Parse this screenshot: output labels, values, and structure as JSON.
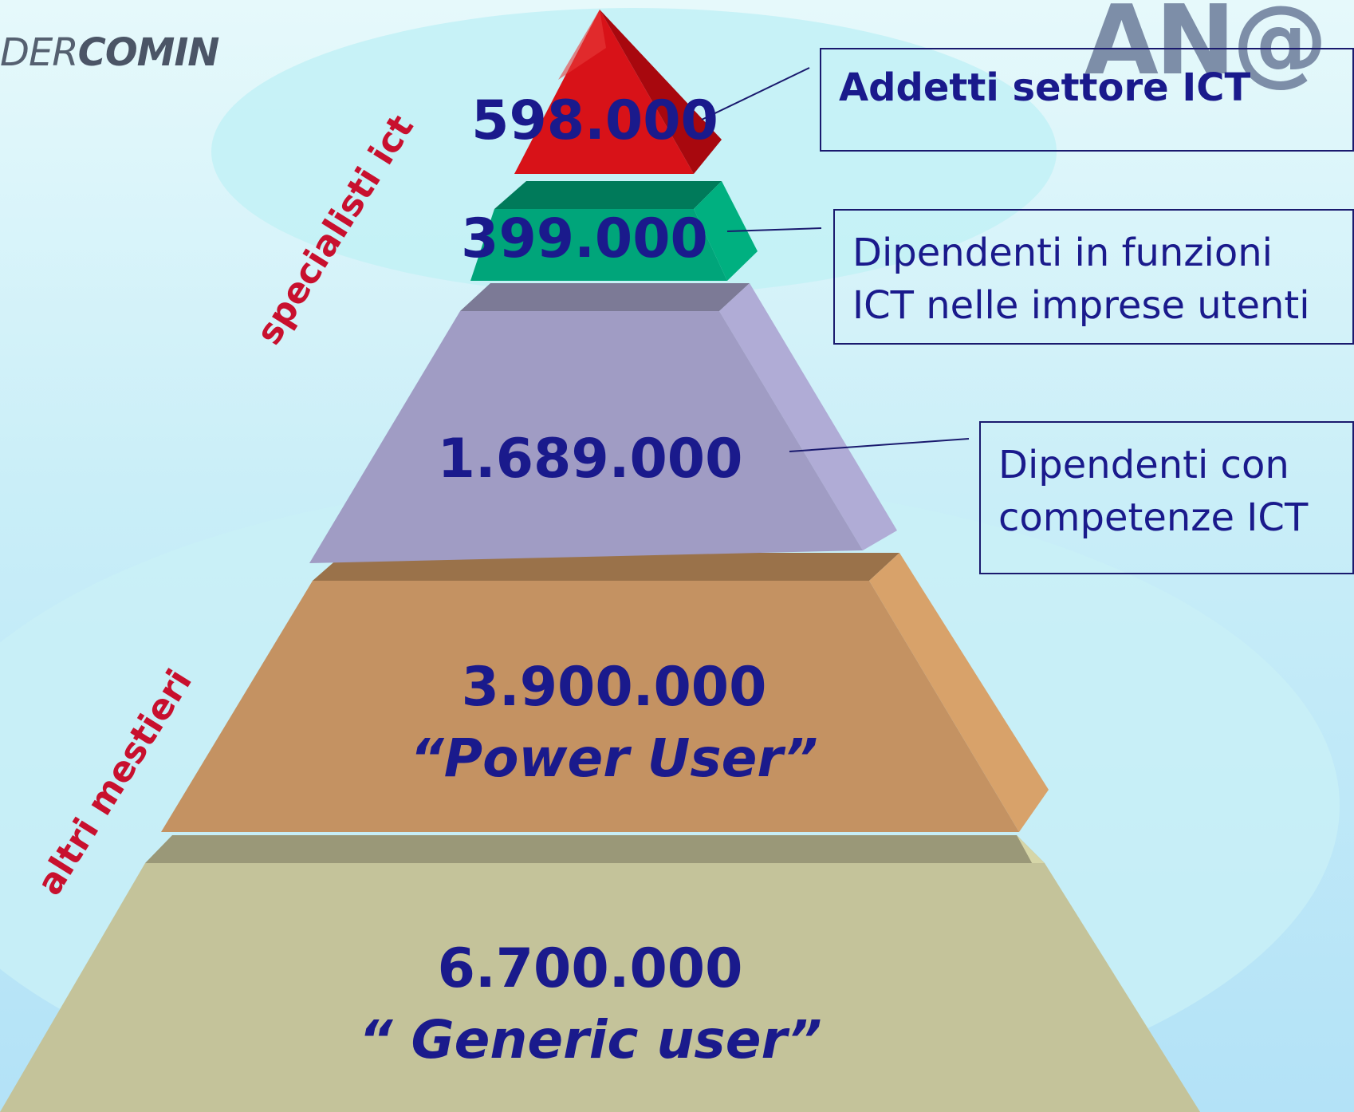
{
  "brand": {
    "left_plain": "DER",
    "left_bold": "COMIN",
    "right_logo": "AN@"
  },
  "side_labels": {
    "top": "specialisti ict",
    "bottom": "altri mestieri"
  },
  "tiers": [
    {
      "value": "598.000",
      "color": "#d81218"
    },
    {
      "value": "399.000",
      "color": "#00a57a"
    },
    {
      "value": "1.689.000",
      "color": "#a09cc4"
    },
    {
      "value": "3.900.000",
      "subtitle": "“Power User”",
      "color": "#c49262"
    },
    {
      "value": "6.700.000",
      "subtitle": "“ Generic user”",
      "color": "#c4c39a"
    }
  ],
  "callouts": [
    {
      "text": "Addetti settore ICT"
    },
    {
      "line1": "Dipendenti in funzioni",
      "line2": "ICT nelle imprese utenti"
    },
    {
      "line1": "Dipendenti con",
      "line2": "competenze ICT"
    }
  ]
}
